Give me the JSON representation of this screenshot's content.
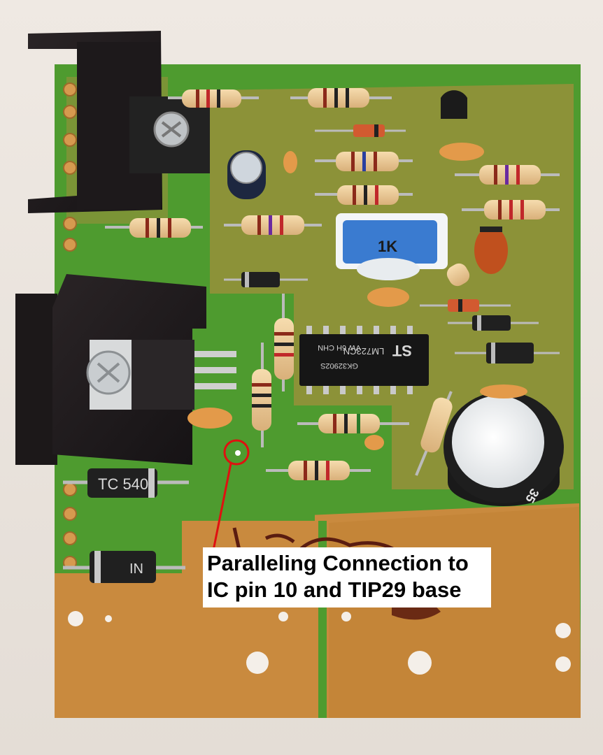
{
  "photo": {
    "pot_label": "1K",
    "ic_marking_line1": "LM723CN",
    "ic_marking_line2": "GK32902S",
    "ic_marking_line3": "VW 6H CHN",
    "big_diode_top_marking": "TC 540",
    "big_diode_bottom_marking": "IN",
    "cap_marking": "35"
  },
  "annotation": {
    "line1": "Paralleling Connection to",
    "line2": "IC pin 10 and TIP29 base",
    "highlight_color": "#e01010"
  },
  "colors": {
    "pcb_green": "#4e9b2f",
    "copper": "#c98a3e",
    "background": "#e9e3dd"
  }
}
